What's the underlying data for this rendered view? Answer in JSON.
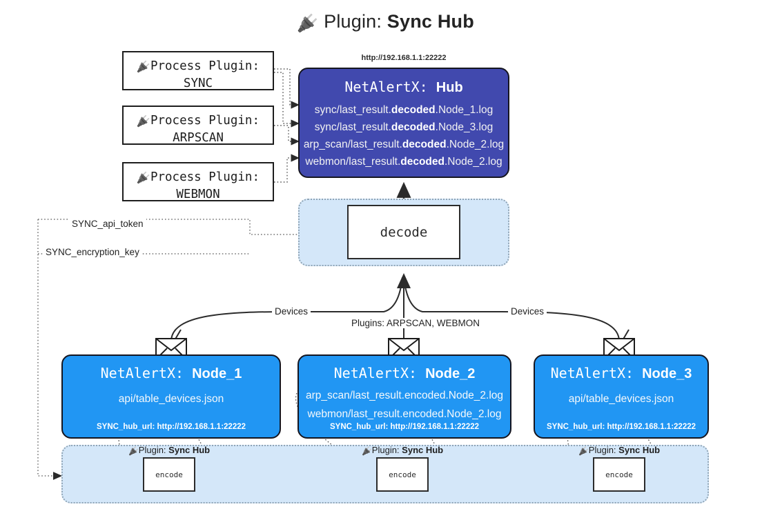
{
  "page": {
    "title_icon": "plug-icon",
    "title_label": "Plugin:",
    "title_value": "Sync Hub"
  },
  "process_plugins": [
    {
      "icon": "plug-icon",
      "label": "Process Plugin:",
      "name": "SYNC"
    },
    {
      "icon": "plug-icon",
      "label": "Process Plugin:",
      "name": "ARPSCAN"
    },
    {
      "icon": "plug-icon",
      "label": "Process Plugin:",
      "name": "WEBMON"
    }
  ],
  "hub": {
    "url": "http://192.168.1.1:22222",
    "title_prefix": "NetAlertX:",
    "title_name": "Hub",
    "rows": [
      {
        "pre": "sync/last_result.",
        "bold": "decoded",
        "post": ".Node_1.log"
      },
      {
        "pre": "sync/last_result.",
        "bold": "decoded",
        "post": ".Node_3.log"
      },
      {
        "pre": "arp_scan/last_result.",
        "bold": "decoded",
        "post": ".Node_2.log"
      },
      {
        "pre": "webmon/last_result.",
        "bold": "decoded",
        "post": ".Node_2.log"
      }
    ]
  },
  "decode": {
    "box_label": "decode"
  },
  "secrets": {
    "api_token": "SYNC_api_token",
    "encryption_key": "SYNC_encryption_key"
  },
  "edge_labels": {
    "devices_left": "Devices",
    "devices_right": "Devices",
    "plugins_center": "Plugins: ARPSCAN, WEBMON"
  },
  "nodes": [
    {
      "icon": "envelope-icon",
      "title_prefix": "NetAlertX:",
      "title_name": "Node_1",
      "lines": [
        "api/table_devices.json"
      ],
      "footer": "SYNC_hub_url: http://192.168.1.1:22222"
    },
    {
      "icon": "envelope-icon",
      "title_prefix": "NetAlertX:",
      "title_name": "Node_2",
      "lines": [
        "arp_scan/last_result.encoded.Node_2.log",
        "webmon/last_result.encoded.Node_2.log"
      ],
      "footer": "SYNC_hub_url: http://192.168.1.1:22222"
    },
    {
      "icon": "envelope-icon",
      "title_prefix": "NetAlertX:",
      "title_name": "Node_3",
      "lines": [
        "api/table_devices.json"
      ],
      "footer": "SYNC_hub_url: http://192.168.1.1:22222"
    }
  ],
  "encoders": [
    {
      "caption_icon": "plug-icon",
      "caption_label": "Plugin:",
      "caption_value": "Sync Hub",
      "box_label": "encode"
    },
    {
      "caption_icon": "plug-icon",
      "caption_label": "Plugin:",
      "caption_value": "Sync Hub",
      "box_label": "encode"
    },
    {
      "caption_icon": "plug-icon",
      "caption_label": "Plugin:",
      "caption_value": "Sync Hub",
      "box_label": "encode"
    }
  ],
  "colors": {
    "hub": "#4149ae",
    "node": "#2196f3",
    "lane": "#d4e7f9",
    "stroke": "#2b2b2b"
  }
}
